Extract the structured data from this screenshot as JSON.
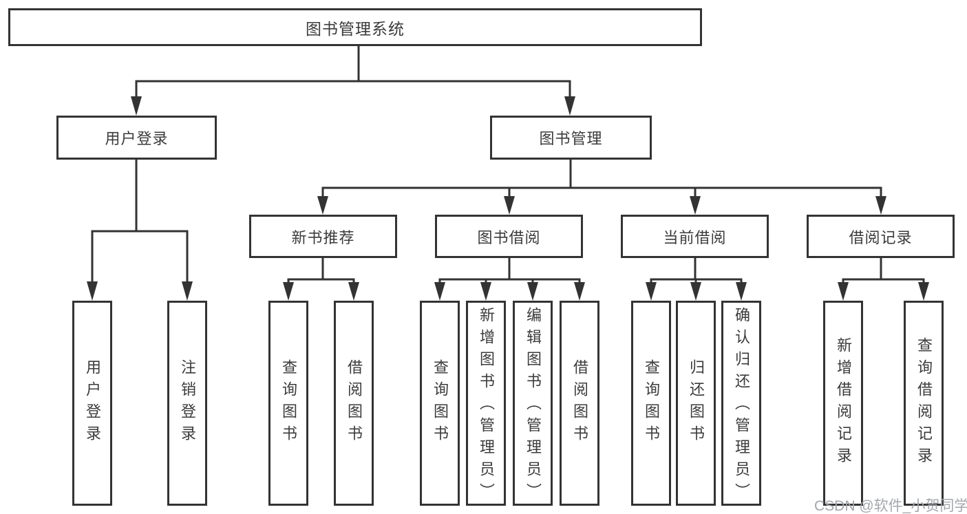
{
  "tree": {
    "root": {
      "label": "图书管理系统"
    },
    "branches": [
      {
        "label": "用户登录",
        "children": [
          {
            "label": "用户登录"
          },
          {
            "label": "注销登录"
          }
        ]
      },
      {
        "label": "图书管理",
        "groups": [
          {
            "label": "新书推荐",
            "children": [
              {
                "label": "查询图书"
              },
              {
                "label": "借阅图书"
              }
            ]
          },
          {
            "label": "图书借阅",
            "children": [
              {
                "label": "查询图书"
              },
              {
                "label": "新增图书（管理员）"
              },
              {
                "label": "编辑图书（管理员）"
              },
              {
                "label": "借阅图书"
              }
            ]
          },
          {
            "label": "当前借阅",
            "children": [
              {
                "label": "查询图书"
              },
              {
                "label": "归还图书"
              },
              {
                "label": "确认归还（管理员）"
              }
            ]
          },
          {
            "label": "借阅记录",
            "children": [
              {
                "label": "新增借阅记录"
              },
              {
                "label": "查询借阅记录"
              }
            ]
          }
        ]
      }
    ]
  },
  "watermark": {
    "text": "CSDN @软件_小贺同学"
  },
  "colors": {
    "line": "#333333",
    "box_border": "#333333",
    "text": "#3b3b3b",
    "watermark_text": "#a3a7ac",
    "background": "#ffffff"
  }
}
